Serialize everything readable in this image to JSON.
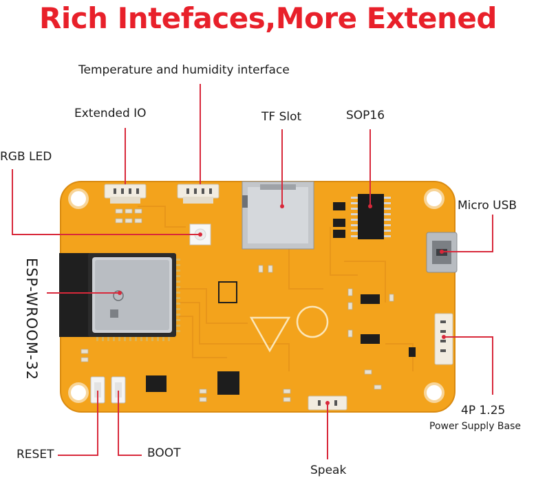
{
  "title": "Rich Intefaces,More Extened",
  "labels": {
    "temp_humidity": "Temperature and humidity interface",
    "extended_io": "Extended IO",
    "tf_slot": "TF Slot",
    "sop16": "SOP16",
    "rgb_led": "RGB LED",
    "micro_usb": "Micro USB",
    "esp_module": "ESP-WROOM-32",
    "power_connector": "4P 1.25",
    "power_supply_base": "Power Supply Base",
    "reset": "RESET",
    "boot": "BOOT",
    "speak": "Speak"
  },
  "colors": {
    "title": "#e8202a",
    "pointer": "#d8283a",
    "pcb": "#f3a31c",
    "module": "#2a2a2a"
  }
}
